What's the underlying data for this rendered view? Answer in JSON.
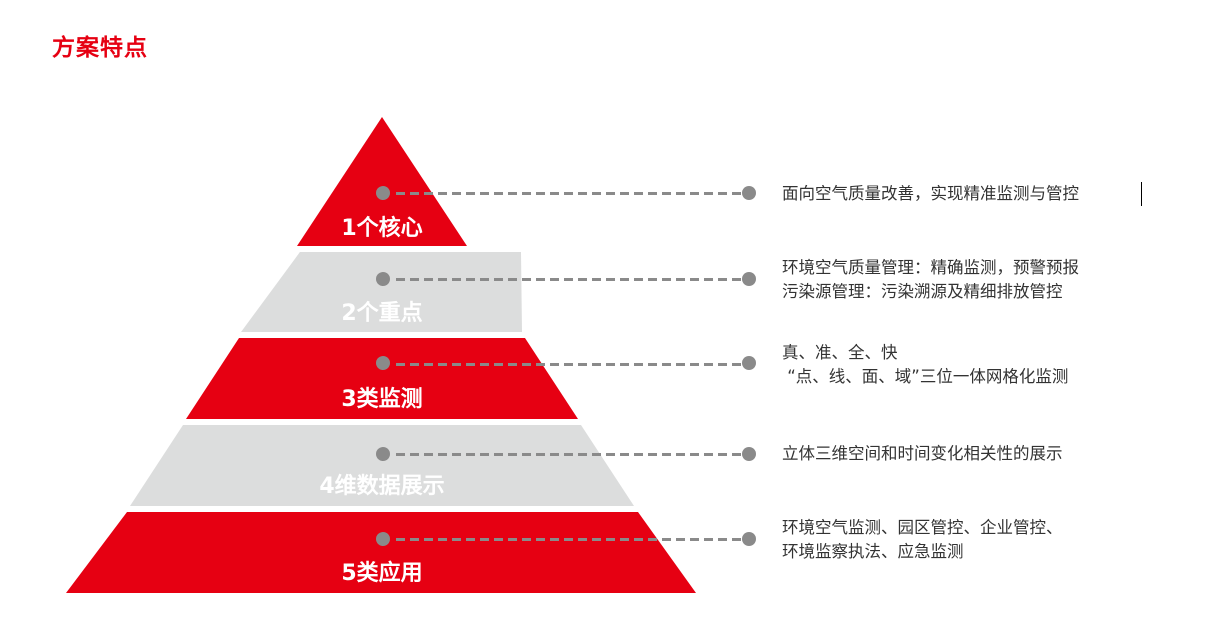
{
  "header": {
    "title": "方案特点"
  },
  "colors": {
    "accent_red": "#e60012",
    "tier_gray": "#dcdddd",
    "connector_gray": "#8a8a8a",
    "text": "#333333"
  },
  "pyramid": {
    "tiers": [
      {
        "label": "1个核心",
        "color": "red",
        "description": [
          "面向空气质量改善，实现精准监测与管控"
        ]
      },
      {
        "label": "2个重点",
        "color": "gray",
        "description": [
          "环境空气质量管理：精确监测，预警预报",
          "污染源管理：污染溯源及精细排放管控"
        ]
      },
      {
        "label": "3类监测",
        "color": "red",
        "description": [
          "真、准、全、快",
          " “点、线、面、域”三位一体网格化监测"
        ]
      },
      {
        "label": "4维数据展示",
        "color": "gray",
        "description": [
          "立体三维空间和时间变化相关性的展示"
        ]
      },
      {
        "label": "5类应用",
        "color": "red",
        "description": [
          "环境空气监测、园区管控、企业管控、",
          "环境监察执法、应急监测"
        ]
      }
    ]
  },
  "descriptions": {
    "d1": "面向空气质量改善，实现精准监测与管控",
    "d2": "环境空气质量管理：精确监测，预警预报\n污染源管理：污染溯源及精细排放管控",
    "d3": "真、准、全、快\n “点、线、面、域”三位一体网格化监测",
    "d4": "立体三维空间和时间变化相关性的展示",
    "d5": "环境空气监测、园区管控、企业管控、\n环境监察执法、应急监测"
  }
}
